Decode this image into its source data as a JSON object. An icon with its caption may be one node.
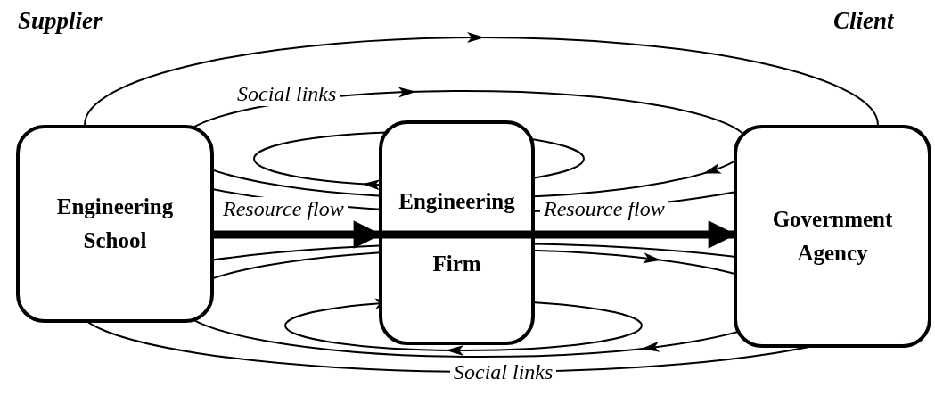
{
  "diagram": {
    "nodes": [
      {
        "text": [
          "Engineering School"
        ],
        "beside": [
          "Supplier"
        ]
      },
      {
        "text": [
          "Engineering Firm"
        ]
      },
      {
        "text": [
          "Government Agency"
        ],
        "beside": [
          "Client"
        ]
      }
    ],
    "edges": [
      {
        "from": 0,
        "to": 1,
        "arrow": "to",
        "label": "Resource flow"
      },
      {
        "from": 1,
        "to": 2,
        "arrow": "to",
        "label": "Resource flow"
      }
    ],
    "labels": [
      "Social links",
      "Social links"
    ]
  }
}
